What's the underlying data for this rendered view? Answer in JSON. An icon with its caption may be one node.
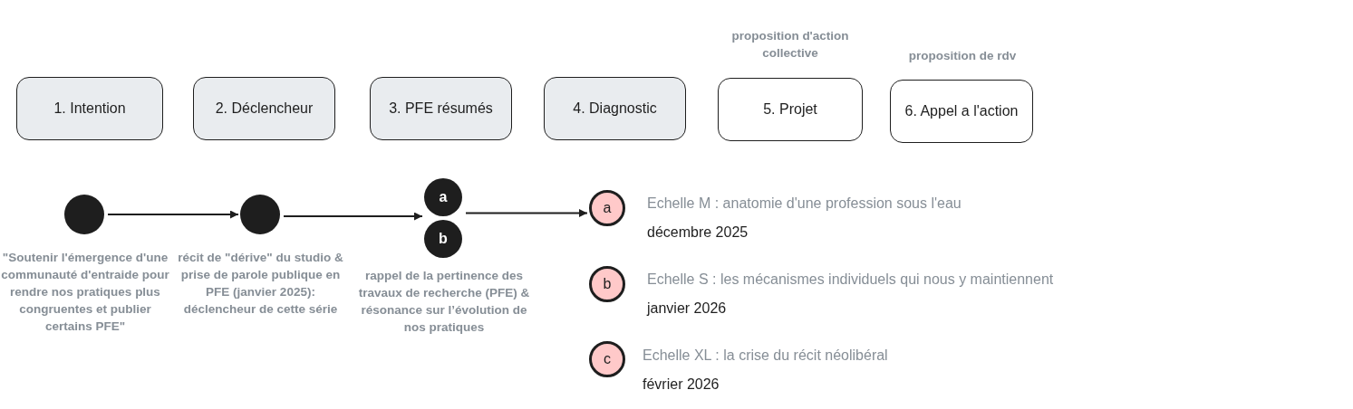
{
  "diagram": {
    "nodes": [
      {
        "text": [
          "1. Intention"
        ]
      },
      {
        "text": [
          "2. Déclencheur"
        ]
      },
      {
        "text": [
          "3. PFE résumés"
        ]
      },
      {
        "text": [
          "4. Diagnostic"
        ]
      },
      {
        "text": [
          "5. Projet"
        ],
        "beside": [
          "proposition d'action collective"
        ]
      },
      {
        "text": [
          "6. Appel a l'action"
        ],
        "beside": [
          "proposition de rdv"
        ]
      },
      {
        "text": [],
        "shape": "circle",
        "beside": [
          "\"Soutenir l'émergence d'une communauté d'entraide pour rendre nos pratiques plus congruentes et publier certains PFE\""
        ]
      },
      {
        "text": [],
        "shape": "circle",
        "beside": [
          "récit de \"dérive\" du studio & prise de parole publique en PFE (janvier 2025): déclencheur de cette série"
        ]
      },
      {
        "text": [
          "a"
        ]
      },
      {
        "text": [
          "b"
        ],
        "beside": [
          "rappel de la pertinence des travaux de recherche (PFE) & résonance sur l’évolution de nos pratiques"
        ]
      },
      {
        "text": [
          "a"
        ],
        "beside": [
          "Echelle M : anatomie d'une profession sous l'eau",
          "décembre 2025"
        ]
      },
      {
        "text": [
          "b"
        ],
        "beside": [
          "Echelle S : les mécanismes individuels qui nous y maintiennent",
          "janvier 2026"
        ]
      },
      {
        "text": [
          "c"
        ],
        "beside": [
          "Echelle XL : la crise du récit néolibéral",
          "février 2026"
        ]
      }
    ],
    "edges": [
      {
        "from": 6,
        "to": 7,
        "arrow": "to"
      },
      {
        "from": 7,
        "to": 8,
        "arrow": "to"
      },
      {
        "from": 7,
        "to": 9,
        "arrow": "to"
      },
      {
        "from": 8,
        "to": 10,
        "arrow": "to"
      },
      {
        "from": 9,
        "to": 10,
        "arrow": "to"
      }
    ]
  }
}
